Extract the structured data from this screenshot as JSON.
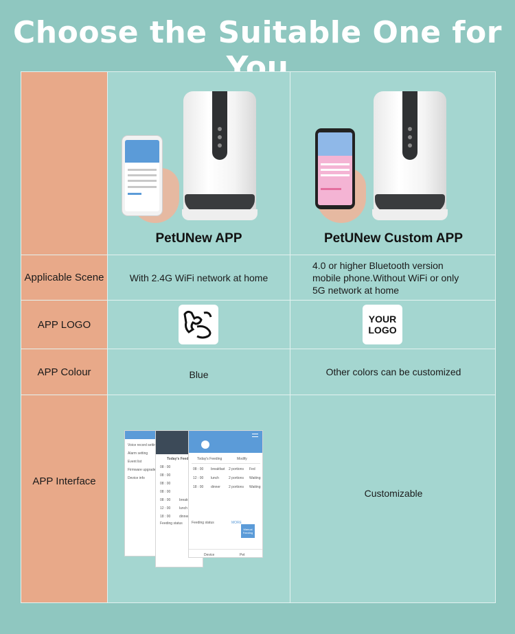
{
  "title": "Choose the Suitable One for You",
  "colors": {
    "background": "#8fc7c0",
    "table": "#a4d6d0",
    "label_column": "#e8a989",
    "app_blue": "#5b9bd8"
  },
  "apps": {
    "standard": {
      "name": "PetUNew APP",
      "scene": "With 2.4G WiFi network at home",
      "colour": "Blue",
      "logo_icon": "dog-logo-icon"
    },
    "custom": {
      "name": "PetUNew Custom APP",
      "scene_lines": [
        "4.0 or higher Bluetooth version",
        "mobile phone.Without WiFi or only",
        "5G network at home"
      ],
      "logo_text_lines": [
        "YOUR",
        "LOGO"
      ],
      "colour": "Other colors can be customized",
      "interface": "Customizable"
    }
  },
  "rows": {
    "scene": "Applicable Scene",
    "logo": "APP LOGO",
    "colour": "APP Colour",
    "interface": "APP Interface"
  },
  "screen_a": {
    "menu": [
      "Voice record setting",
      "Alarm setting",
      "Event list",
      "Firmware upgrade",
      "Device info"
    ]
  },
  "screen_b": {
    "header": "Today's Feeding",
    "times": [
      "08 : 00",
      "08 : 00",
      "08 : 00",
      "08 : 00",
      "08 : 00",
      "12 : 00",
      "18 : 00"
    ],
    "meals": [
      "breakfast",
      "lunch",
      "dinner"
    ],
    "status": "Feeding status"
  },
  "screen_c": {
    "tabs": [
      "Today's Feeding",
      "Modify"
    ],
    "rows": [
      {
        "time": "08 : 00",
        "meal": "breakfast",
        "portions": "2 portions",
        "state": "Fed"
      },
      {
        "time": "12 : 00",
        "meal": "lunch",
        "portions": "2 portions",
        "state": "Waiting"
      },
      {
        "time": "18 : 00",
        "meal": "dinner",
        "portions": "2 portions",
        "state": "Waiting"
      }
    ],
    "status": "Feeding status",
    "more": "MORE",
    "manual_lines": [
      "Manual",
      "Feeding"
    ],
    "nav": [
      "Device",
      "Pet"
    ]
  }
}
